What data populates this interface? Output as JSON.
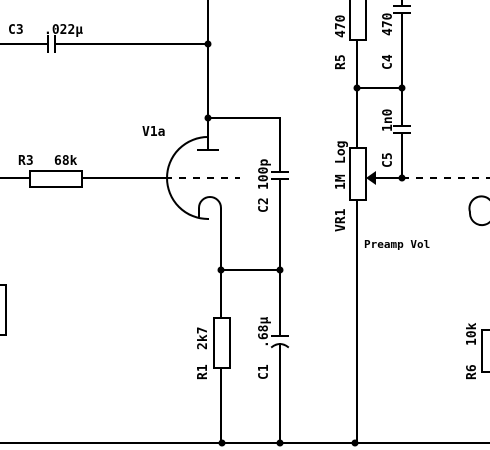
{
  "components": {
    "c3": {
      "ref": "C3",
      "value": ".022µ"
    },
    "r5": {
      "ref": "R5",
      "value": "470"
    },
    "c4": {
      "ref": "C4",
      "value": "470"
    },
    "v1a": {
      "ref": "V1a"
    },
    "r3": {
      "ref": "R3",
      "value": "68k"
    },
    "c2": {
      "ref": "C2",
      "value": "100p"
    },
    "c5": {
      "ref": "C5",
      "value": "1n0"
    },
    "vr1": {
      "ref": "VR1",
      "value": "1M",
      "taper": "Log",
      "function": "Preamp Vol"
    },
    "r1": {
      "ref": "R1",
      "value": "2k7"
    },
    "c1": {
      "ref": "C1",
      "value": ".68µ"
    },
    "r6": {
      "ref": "R6",
      "value": "10k"
    }
  }
}
